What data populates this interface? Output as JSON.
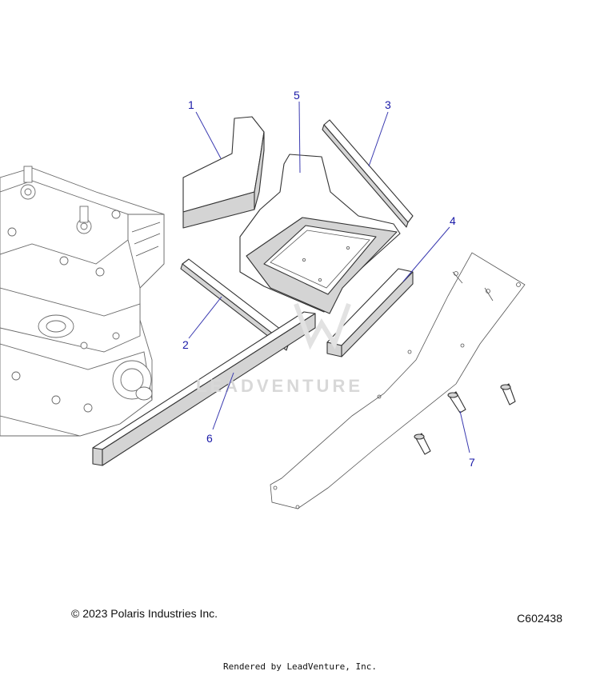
{
  "callouts": [
    {
      "id": "1",
      "label": "1"
    },
    {
      "id": "2",
      "label": "2"
    },
    {
      "id": "3",
      "label": "3"
    },
    {
      "id": "4",
      "label": "4"
    },
    {
      "id": "5",
      "label": "5"
    },
    {
      "id": "6",
      "label": "6"
    },
    {
      "id": "7",
      "label": "7"
    }
  ],
  "watermark": "LEADVENTURE",
  "footer": {
    "copyright": "© 2023 Polaris Industries Inc.",
    "diagram_code": "C602438",
    "rendered_by": "Rendered by LeadVenture, Inc."
  }
}
